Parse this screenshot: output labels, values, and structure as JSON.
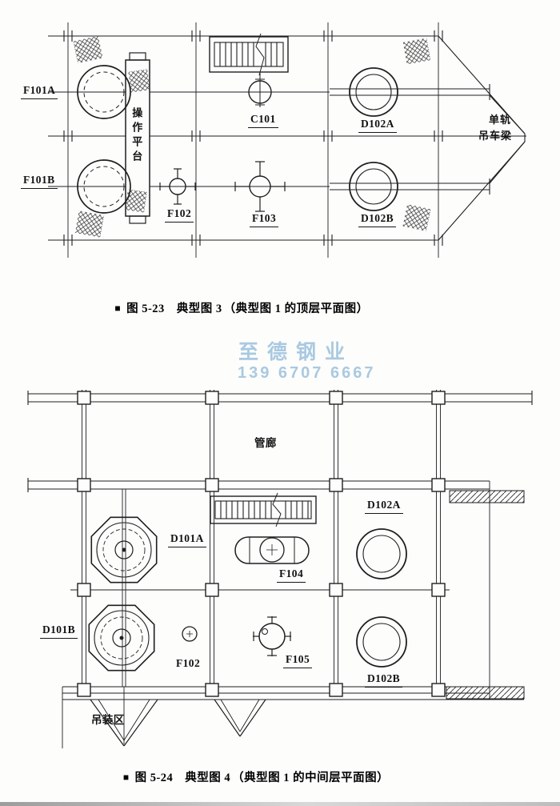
{
  "watermark": {
    "line1": "至德钢业",
    "line2": "139 6707 6667",
    "color": "#a9c9e1"
  },
  "fig1": {
    "caption": {
      "marker": "■",
      "title": "图 5-23　典型图 3",
      "subtitle": "（典型图 1 的顶层平面图）"
    },
    "labels": {
      "f101a": "F101A",
      "f101b": "F101B",
      "platform": "操作平台",
      "c101": "C101",
      "f102": "F102",
      "f103": "F103",
      "d102a": "D102A",
      "d102b": "D102B",
      "monorail_line1": "单轨",
      "monorail_line2": "吊车梁"
    }
  },
  "fig2": {
    "caption": {
      "marker": "■",
      "title": "图 5-24　典型图 4",
      "subtitle": "（典型图 1 的中间层平面图）"
    },
    "labels": {
      "gallery": "管廊",
      "d101a": "D101A",
      "d101b": "D101B",
      "f102": "F102",
      "f104": "F104",
      "f105": "F105",
      "d102a": "D102A",
      "d102b": "D102B",
      "hoisting": "吊装区"
    }
  }
}
